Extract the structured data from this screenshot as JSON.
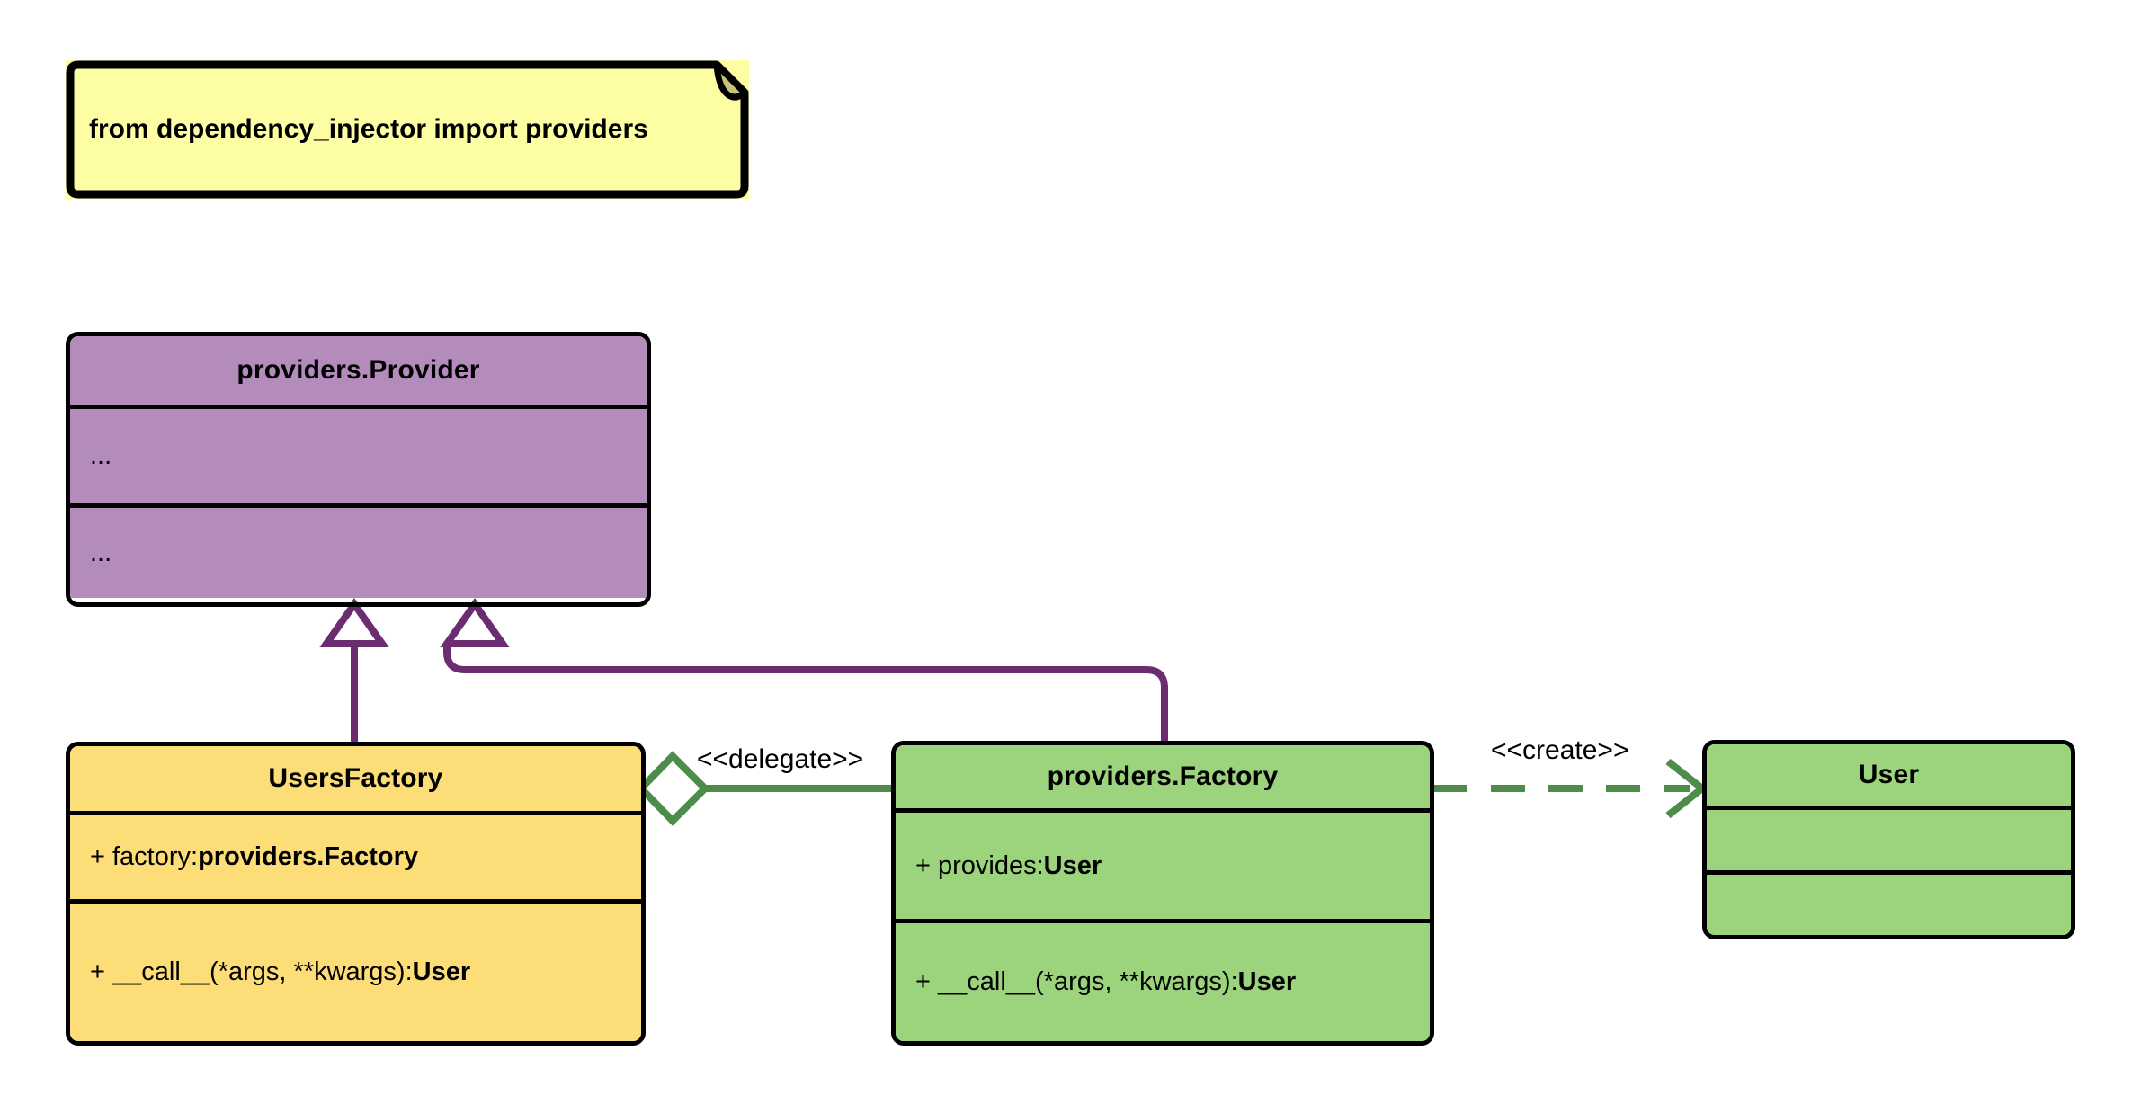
{
  "diagram": {
    "type": "uml-class-diagram",
    "background": "#ffffff",
    "note": {
      "text": "from dependency_injector import providers",
      "fill": "#FDFDA4",
      "stroke": "#000000"
    },
    "classes": [
      {
        "id": "providers-provider",
        "name": "providers.Provider",
        "fill": "#B38CBB",
        "attributes": [
          "..."
        ],
        "methods": [
          "..."
        ]
      },
      {
        "id": "users-factory",
        "name": "UsersFactory",
        "fill": "#FCDD77",
        "attributes_prefix": "+ factory: ",
        "attributes_type": "providers.Factory",
        "methods_prefix": "+ __call__(*args, **kwargs): ",
        "methods_type": "User"
      },
      {
        "id": "providers-factory",
        "name": "providers.Factory",
        "fill": "#9BD47C",
        "attributes_prefix": "+ provides: ",
        "attributes_type": "User",
        "methods_prefix": "+ __call__(*args, **kwargs): ",
        "methods_type": "User"
      },
      {
        "id": "user",
        "name": "User",
        "fill": "#9BD47C",
        "attributes": [
          ""
        ],
        "methods": [
          ""
        ]
      }
    ],
    "relationships": [
      {
        "id": "inherit-usersfactory",
        "kind": "generalization",
        "from": "UsersFactory",
        "to": "providers.Provider",
        "color": "#6B2D70",
        "label": ""
      },
      {
        "id": "inherit-providersfactory",
        "kind": "generalization",
        "from": "providers.Factory",
        "to": "providers.Provider",
        "color": "#6B2D70",
        "label": ""
      },
      {
        "id": "delegate",
        "kind": "aggregation",
        "from": "UsersFactory",
        "to": "providers.Factory",
        "color": "#4E8C4A",
        "label": "<<delegate>>"
      },
      {
        "id": "create",
        "kind": "dependency",
        "from": "providers.Factory",
        "to": "User",
        "color": "#4E8C4A",
        "label": "<<create>>",
        "line_style": "dashed"
      }
    ]
  },
  "colors": {
    "purple_fill": "#B38CBB",
    "yellow_fill": "#FCDD77",
    "green_fill": "#9BD47C",
    "note_fill": "#FDFDA4",
    "purple_edge": "#6B2D70",
    "green_edge": "#4E8C4A",
    "outline": "#000000"
  }
}
